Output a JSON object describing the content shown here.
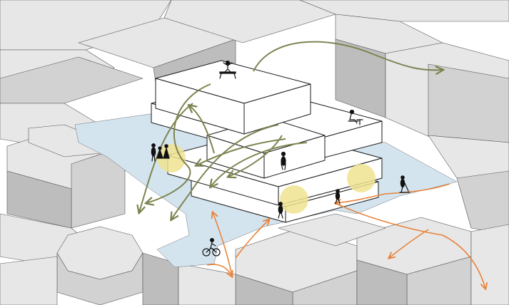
{
  "diagram": {
    "colors": {
      "background": "#ffffff",
      "context_light": "#e7e7e7",
      "context_mid": "#d2d2d2",
      "context_dark": "#bdbdbd",
      "outline": "#555555",
      "public_space": "#d4e4ef",
      "building_face": "#ffffff",
      "building_stroke": "#1a1a1a",
      "green_arrow": "#7d8450",
      "orange_arrow": "#e8833a",
      "light_spot": "#f0e391",
      "figure": "#111111"
    },
    "elements": {
      "context_buildings": "surrounding-city-blocks",
      "public_plaza": "ground-public-space",
      "main_building": "stacked-volume-building",
      "circulation_green": "upper-flow-arrows",
      "circulation_orange": "ground-flow-arrows",
      "highlights": "light-spots",
      "people": "human-figures",
      "cyclist": "cyclist-figure"
    }
  }
}
